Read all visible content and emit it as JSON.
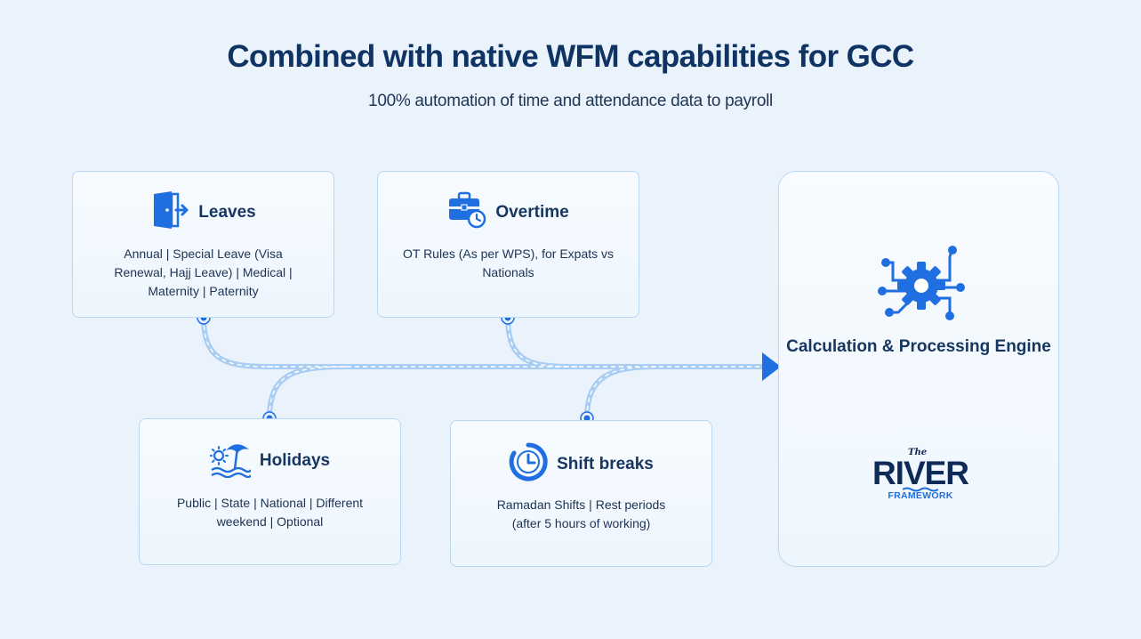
{
  "header": {
    "title": "Combined with native WFM capabilities for GCC",
    "subtitle": "100% automation of time and attendance data to payroll"
  },
  "cards": {
    "leaves": {
      "title": "Leaves",
      "body": "Annual | Special Leave (Visa Renewal, Hajj Leave) | Medical | Maternity | Paternity",
      "icon": "exit-door-icon"
    },
    "overtime": {
      "title": "Overtime",
      "body": "OT Rules (As per WPS), for Expats vs Nationals",
      "icon": "briefcase-clock-icon"
    },
    "holidays": {
      "title": "Holidays",
      "body": "Public | State | National | Different weekend | Optional",
      "icon": "beach-umbrella-icon"
    },
    "shift_breaks": {
      "title": "Shift breaks",
      "body": "Ramadan Shifts | Rest periods (after 5 hours of working)",
      "icon": "clock-icon"
    }
  },
  "engine": {
    "title": "Calculation & Processing Engine",
    "icon": "gear-circuit-icon",
    "brand": {
      "the": "The",
      "name": "RIVER",
      "sub": "FRAMEWORK"
    }
  },
  "colors": {
    "accent": "#1f6fe0",
    "navy": "#0f3464",
    "card_border": "#b9d7f2",
    "connector": "#a9cdf3"
  }
}
